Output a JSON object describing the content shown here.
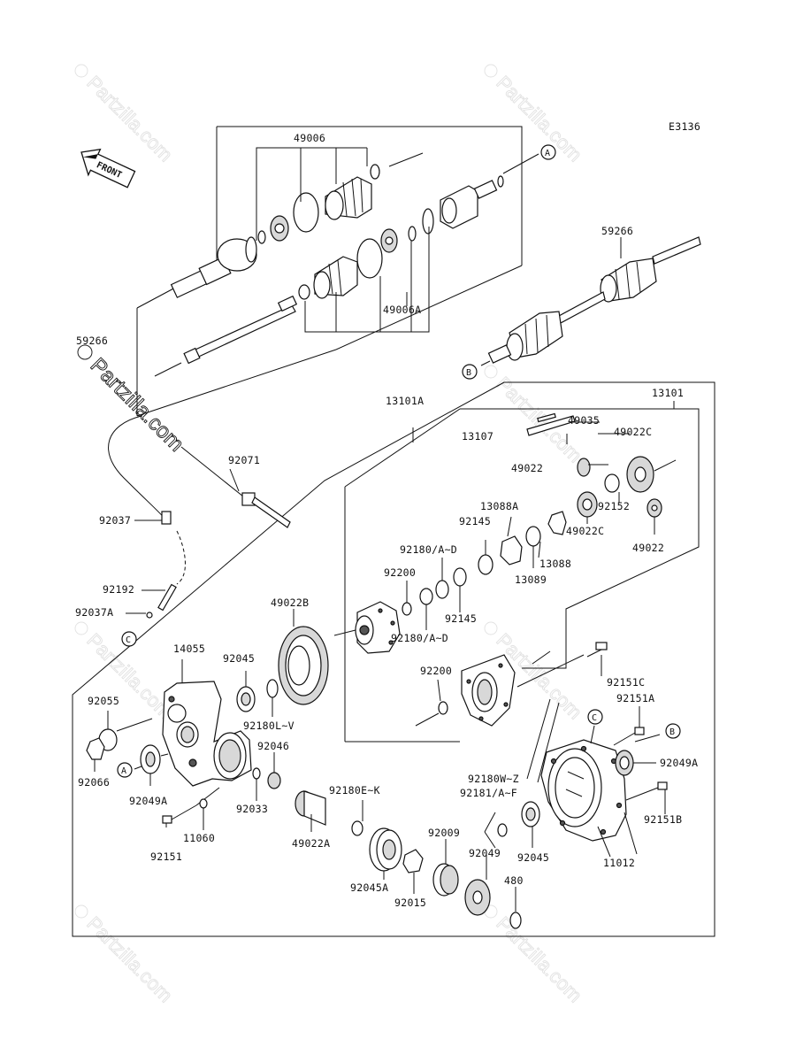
{
  "diagram_code": "E3136",
  "front_label": "FRONT",
  "watermark": {
    "brand": "Partzilla.com",
    "copyright": "©"
  },
  "ref_markers": {
    "a": "A",
    "b": "B",
    "c": "C"
  },
  "labels": {
    "p49006": "49006",
    "p49006A": "49006A",
    "p59266_left": "59266",
    "p59266_right": "59266",
    "p13101A": "13101A",
    "p13101": "13101",
    "p49035": "49035",
    "p13107": "13107",
    "p49022C_top": "49022C",
    "p49022_top": "49022",
    "p13088A": "13088A",
    "p92145_top": "92145",
    "p92180_top": "92180/A~D",
    "p92200_top": "92200",
    "p92152": "92152",
    "p49022C_mid": "49022C",
    "p49022_right": "49022",
    "p13088": "13088",
    "p13089": "13089",
    "p92145_bot": "92145",
    "p92180_bot": "92180/A~D",
    "p92071": "92071",
    "p92037": "92037",
    "p92192": "92192",
    "p92037A": "92037A",
    "p49022B": "49022B",
    "p14055": "14055",
    "p92045_left": "92045",
    "p92200_mid": "92200",
    "p92151C": "92151C",
    "p92055": "92055",
    "p92180LV": "92180L~V",
    "p92151A": "92151A",
    "p92046": "92046",
    "p92049A_right": "92049A",
    "p92066": "92066",
    "p92049A_left": "92049A",
    "p92033": "92033",
    "p92180WZ": "92180W~Z",
    "p92181AF": "92181/A~F",
    "p92180EK": "92180E~K",
    "p92151B": "92151B",
    "p11060": "11060",
    "p92151": "92151",
    "p49022A": "49022A",
    "p92009": "92009",
    "p92045_right": "92045",
    "p11012": "11012",
    "p92049": "92049",
    "p480": "480",
    "p92045A": "92045A",
    "p92015": "92015"
  }
}
